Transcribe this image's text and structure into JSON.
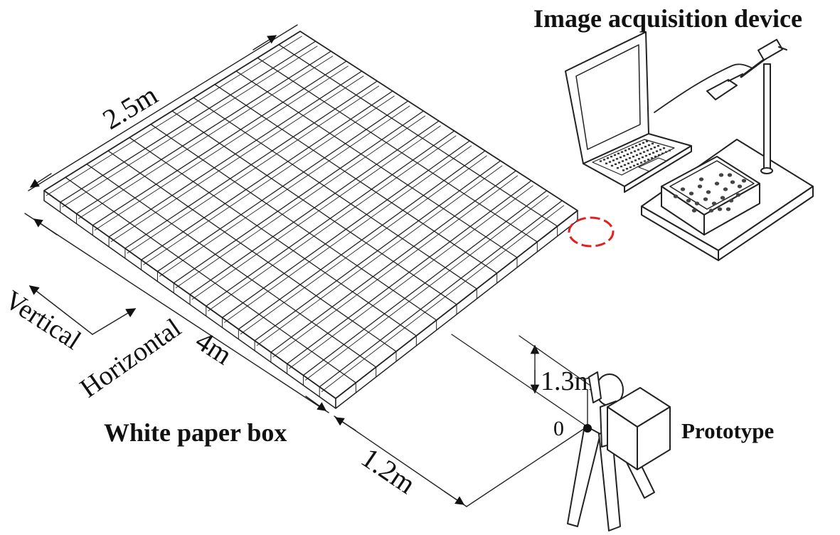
{
  "labels": {
    "title": "Image acquisition device",
    "width": "2.5m",
    "length": "4m",
    "height": "1.3m",
    "distance": "1.2m",
    "vertical": "Vertical",
    "horizontal": "Horizontal",
    "box": "White paper box",
    "prototype": "Prototype",
    "origin": "0"
  },
  "grid": {
    "rows": 12,
    "cols": 18
  },
  "colors": {
    "ink": "#222222",
    "highlight": "#e02020"
  },
  "icons": [
    "laptop-icon",
    "camera-stand-icon",
    "seed-tray-icon",
    "tripod-icon",
    "prototype-box-icon",
    "figure-icon"
  ]
}
